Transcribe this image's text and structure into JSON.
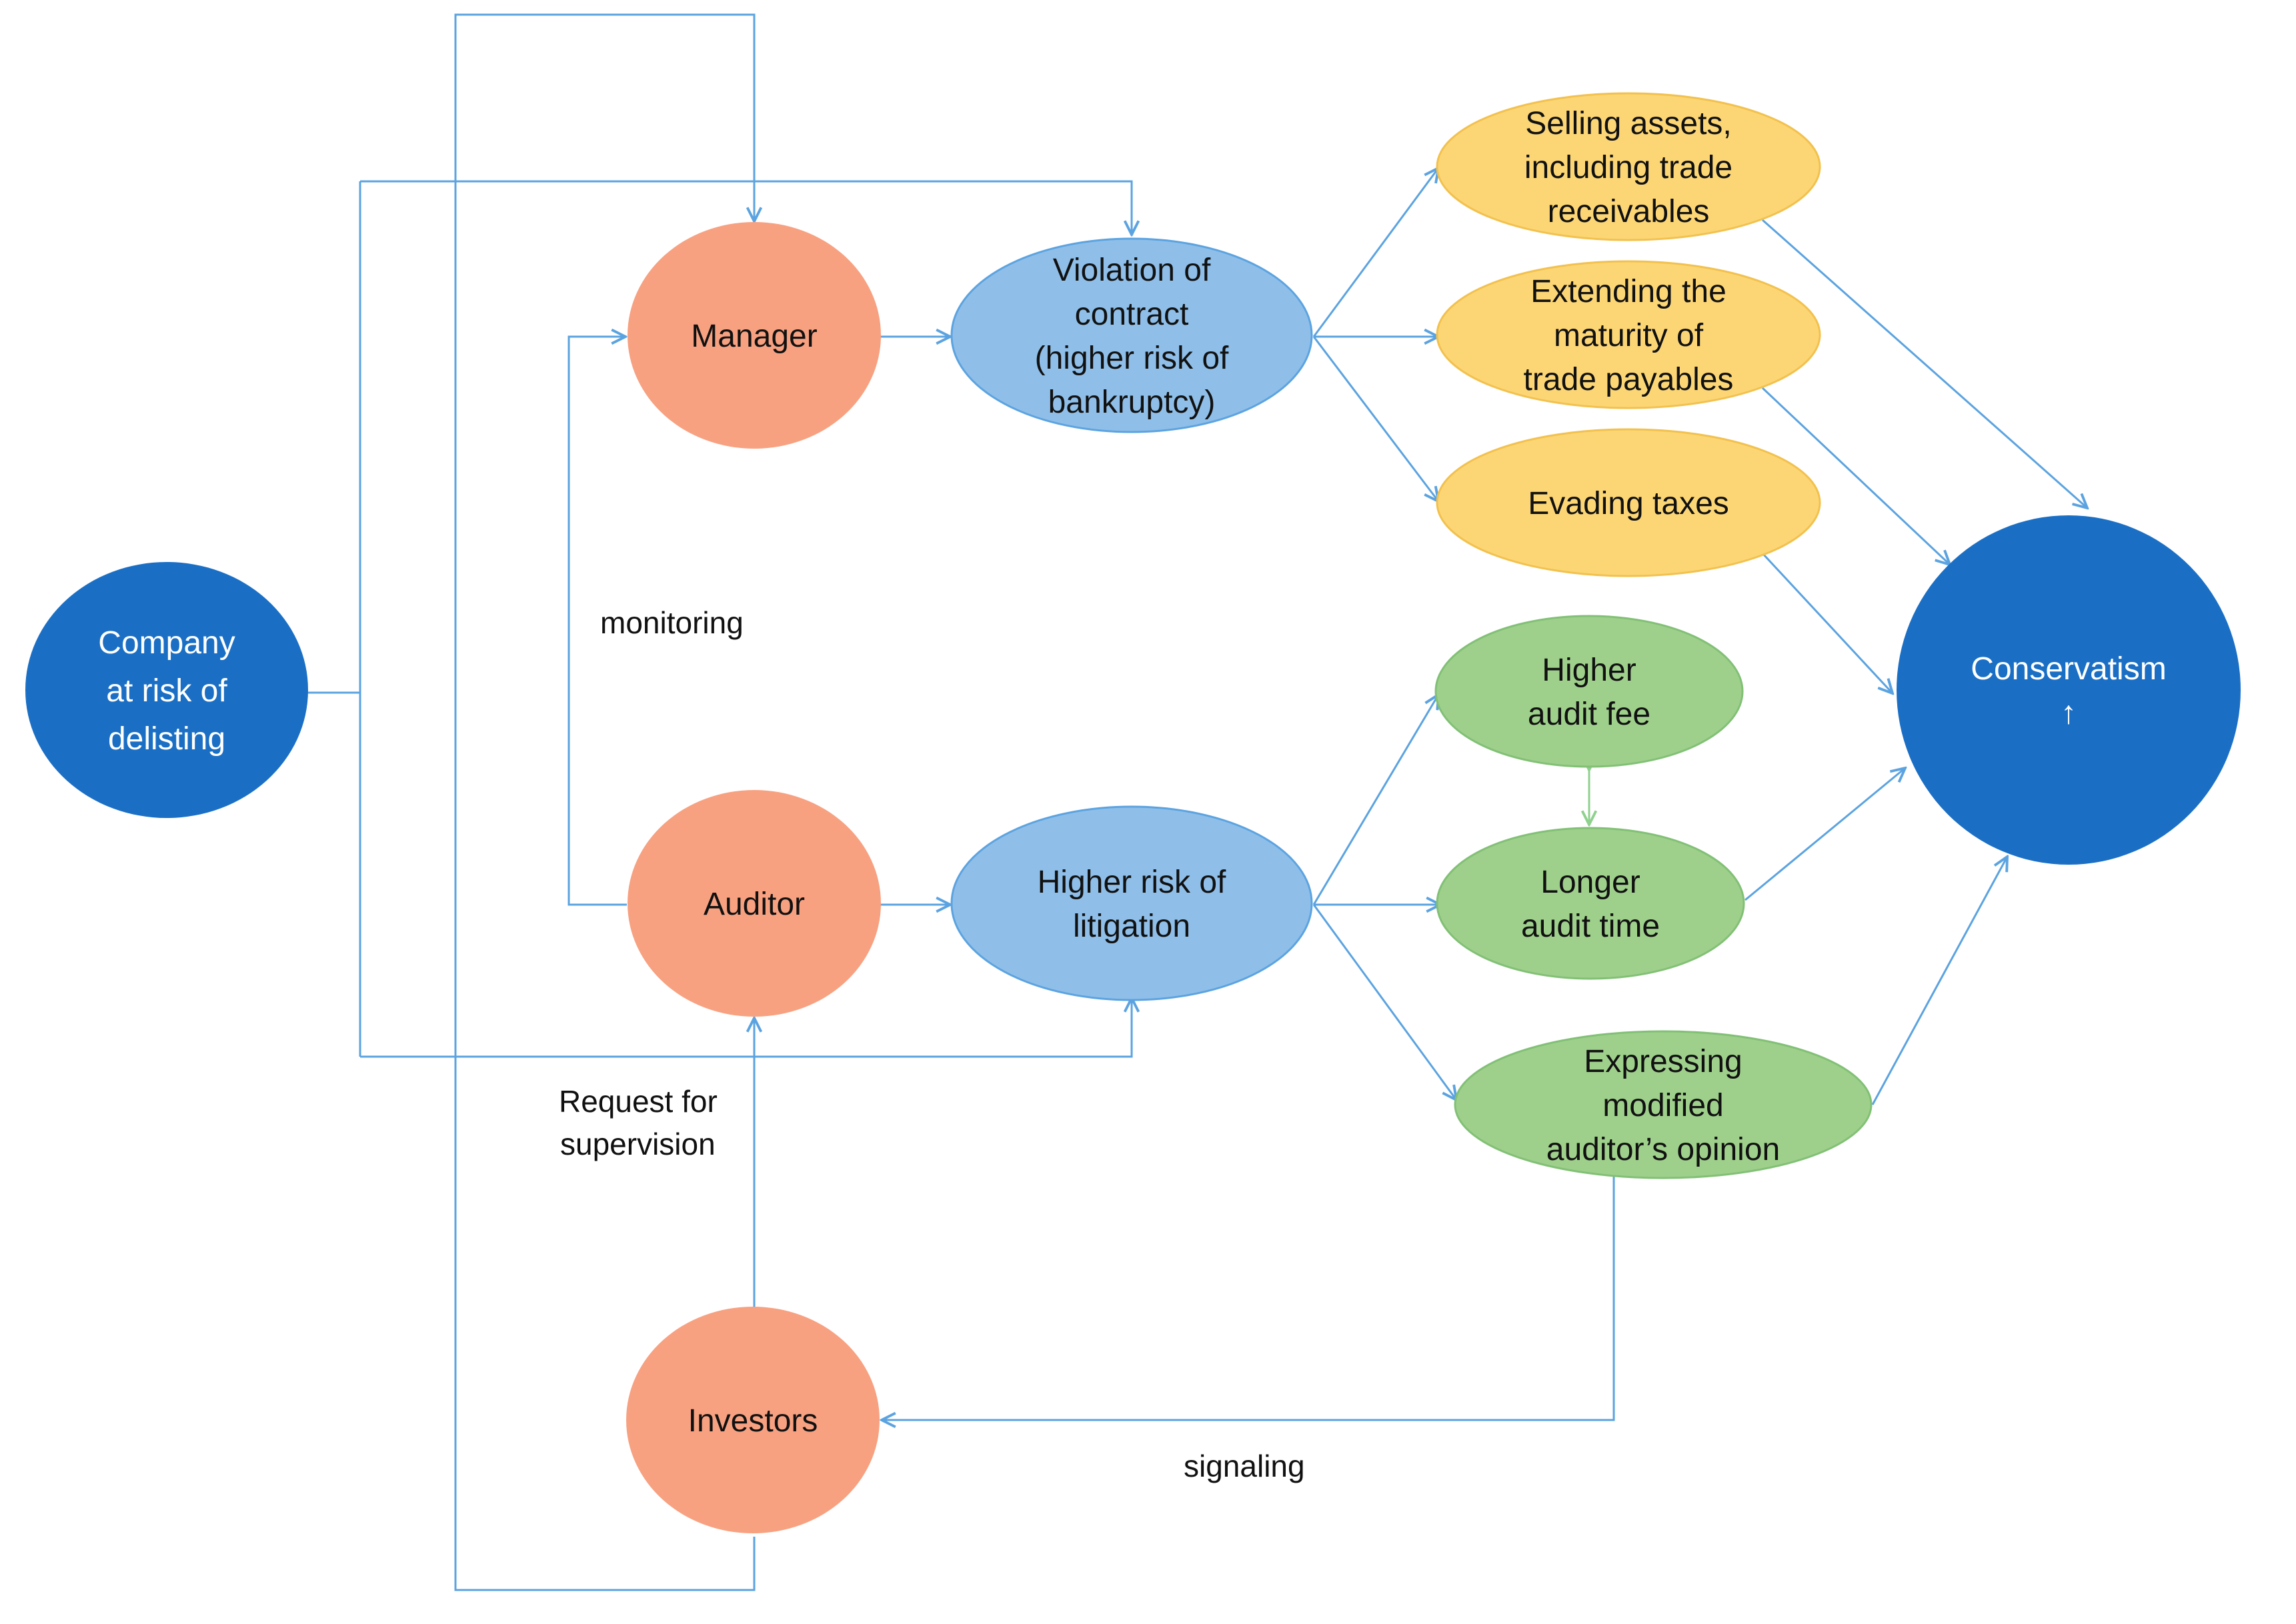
{
  "colors": {
    "line": "#5ba3e0",
    "green_line": "#8fd18f",
    "company": "#1a6fc5",
    "conservatism": "#1a6fc5",
    "actor": "#f7a181",
    "risk": "#8fbfe9",
    "manager_outcome": "#fcd675",
    "auditor_outcome": "#9ed08b",
    "dark_text": "#111111",
    "light_text": "#ffffff"
  },
  "nodes": {
    "company": {
      "lines": [
        "Company",
        "at risk of",
        "delisting"
      ]
    },
    "manager": {
      "lines": [
        "Manager"
      ]
    },
    "auditor": {
      "lines": [
        "Auditor"
      ]
    },
    "investors": {
      "lines": [
        "Investors"
      ]
    },
    "violation": {
      "lines": [
        "Violation of",
        "contract",
        "(higher risk of",
        "bankruptcy)"
      ]
    },
    "litigation": {
      "lines": [
        "Higher risk of",
        "litigation"
      ]
    },
    "selling": {
      "lines": [
        "Selling assets,",
        "including trade",
        "receivables"
      ]
    },
    "extending": {
      "lines": [
        "Extending the",
        "maturity of",
        "trade payables"
      ]
    },
    "evading": {
      "lines": [
        "Evading taxes"
      ]
    },
    "fee": {
      "lines": [
        "Higher",
        "audit fee"
      ]
    },
    "time": {
      "lines": [
        "Longer",
        "audit time"
      ]
    },
    "opinion": {
      "lines": [
        "Expressing",
        "modified",
        "auditor’s opinion"
      ]
    },
    "conservatism": {
      "lines": [
        "Conservatism",
        "↑"
      ]
    }
  },
  "edge_labels": {
    "monitoring": "monitoring",
    "request_1": "Request for",
    "request_2": "supervision",
    "signaling": "signaling"
  }
}
